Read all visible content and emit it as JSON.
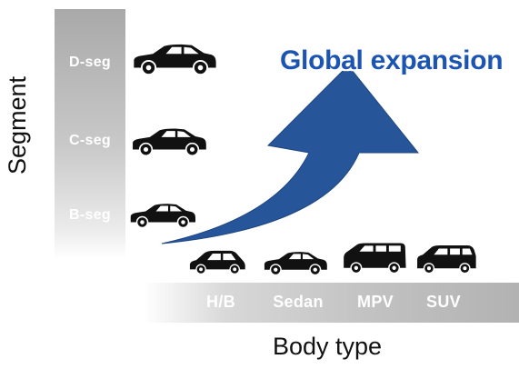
{
  "axes": {
    "y_label": "Segment",
    "x_label": "Body type"
  },
  "segments": [
    "D-seg",
    "C-seg",
    "B-seg"
  ],
  "body_types": [
    "H/B",
    "Sedan",
    "MPV",
    "SUV"
  ],
  "arrow_label": "Global expansion",
  "colors": {
    "arrow": "#27559a",
    "label_text": "#ffffff",
    "expansion_text": "#1b54b2",
    "car": "#111111"
  }
}
